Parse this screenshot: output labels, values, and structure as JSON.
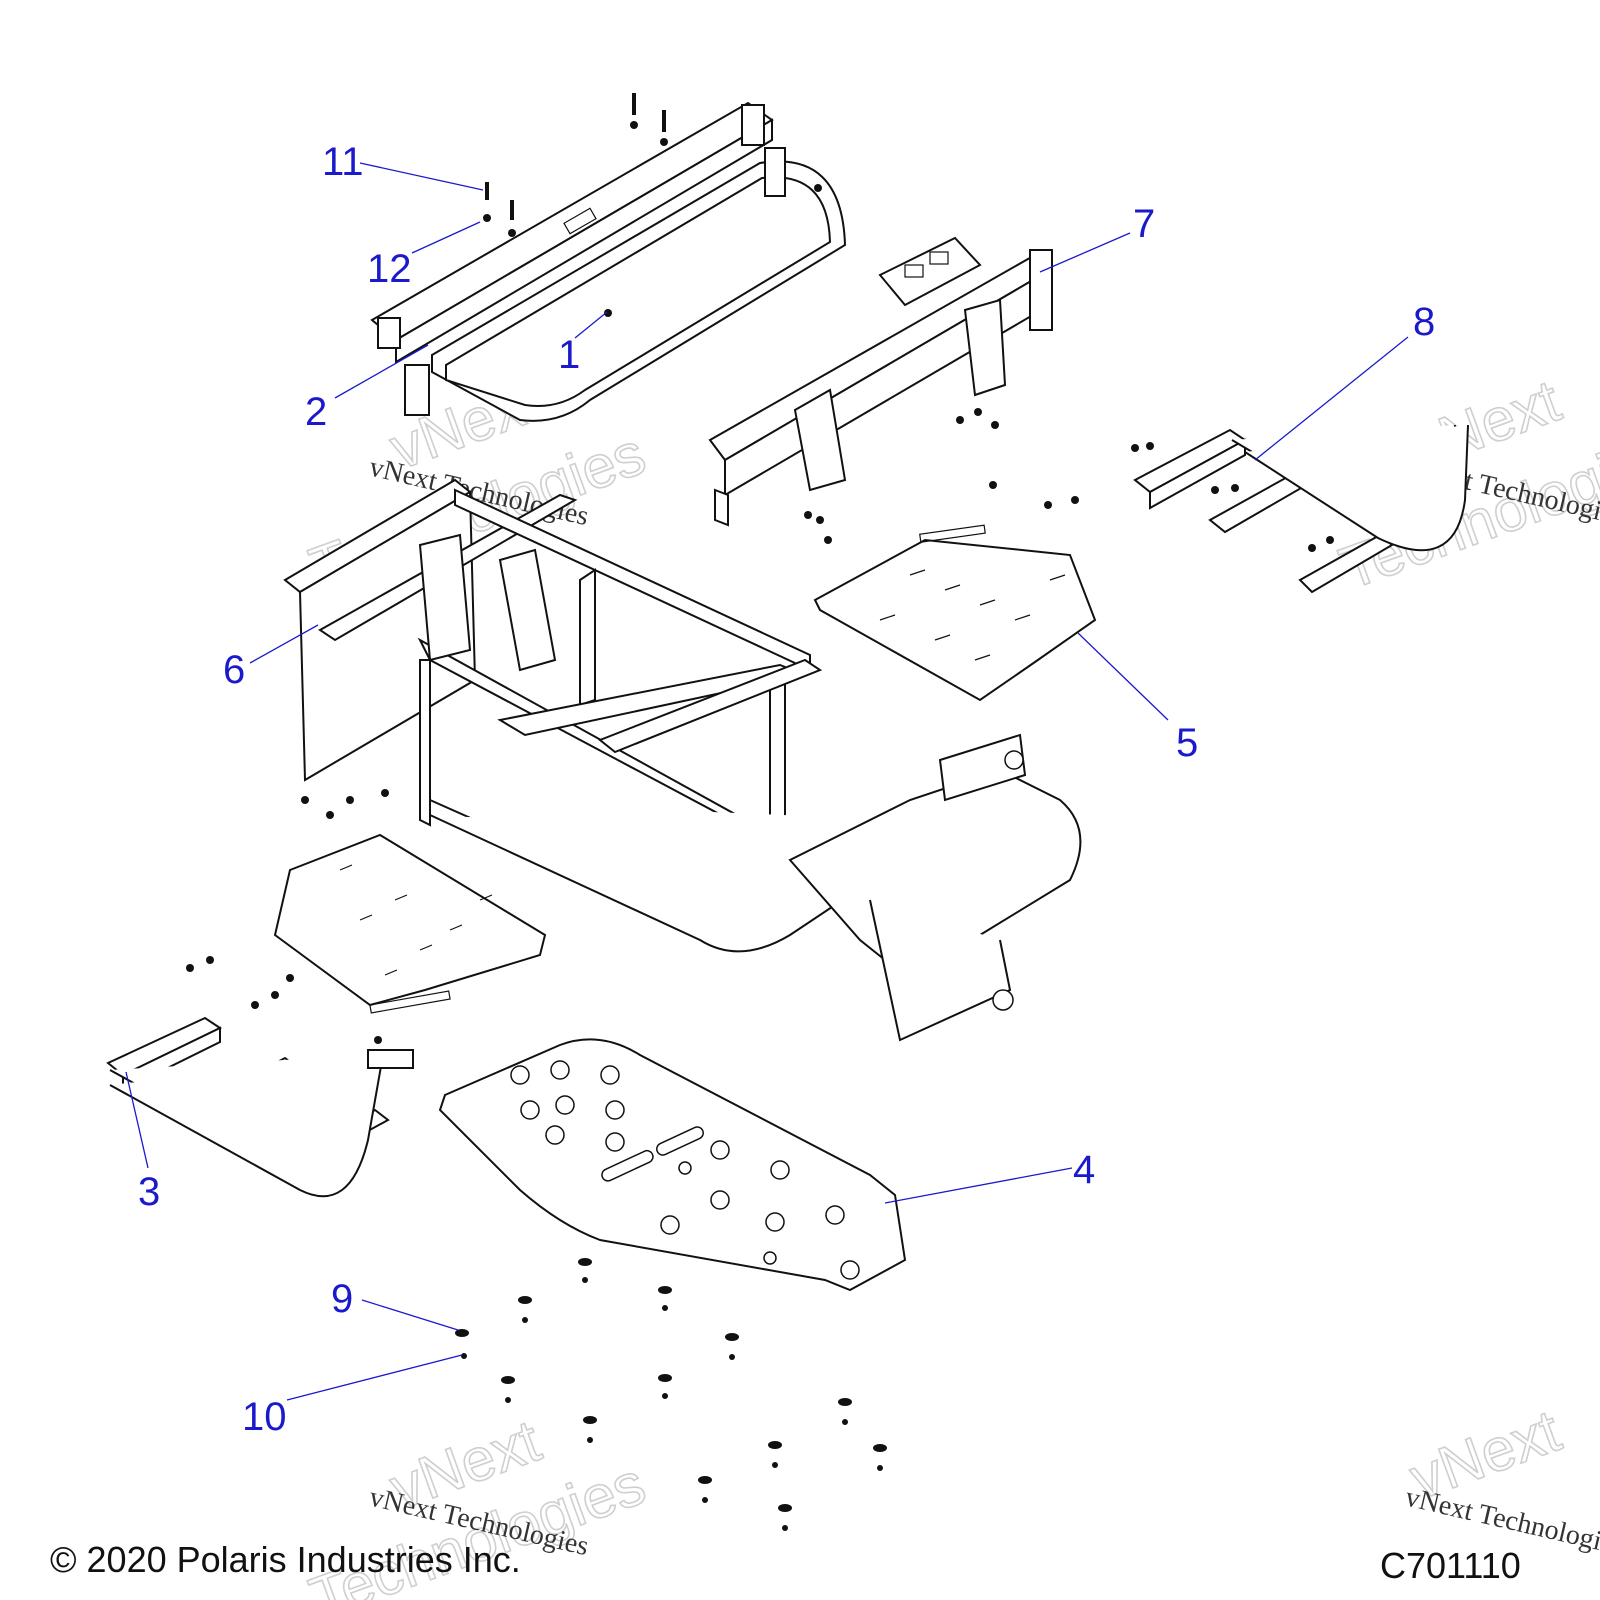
{
  "callouts": [
    {
      "id": "1",
      "label": "1"
    },
    {
      "id": "2",
      "label": "2"
    },
    {
      "id": "3",
      "label": "3"
    },
    {
      "id": "4",
      "label": "4"
    },
    {
      "id": "5",
      "label": "5"
    },
    {
      "id": "6",
      "label": "6"
    },
    {
      "id": "7",
      "label": "7"
    },
    {
      "id": "8",
      "label": "8"
    },
    {
      "id": "9",
      "label": "9"
    },
    {
      "id": "10",
      "label": "10"
    },
    {
      "id": "11",
      "label": "11"
    },
    {
      "id": "12",
      "label": "12"
    }
  ],
  "watermark": {
    "line": "vNext Technologies",
    "big_top": "vNext",
    "big_bottom": "Technologies"
  },
  "footer": {
    "copyright": "© 2020 Polaris Industries Inc.",
    "diagram_code": "C701110"
  },
  "colors": {
    "callout": "#1a1acc",
    "line_art": "#111111"
  }
}
